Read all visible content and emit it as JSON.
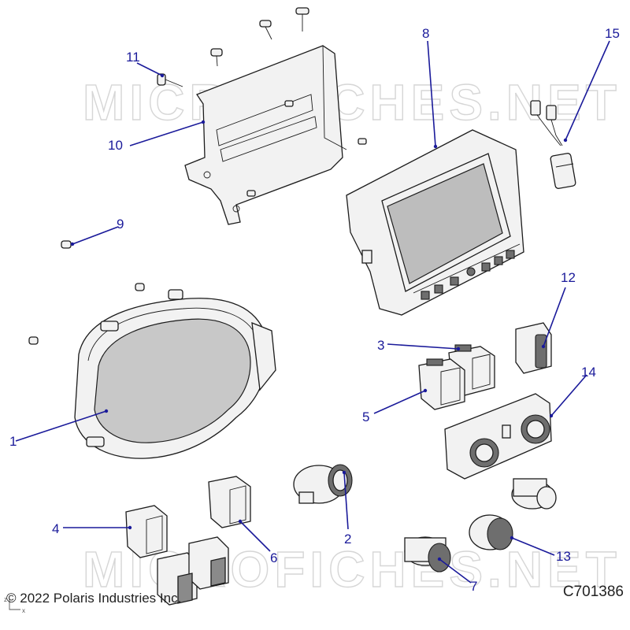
{
  "watermark_text": "MICROFICHES.NET",
  "copyright": "© 2022 Polaris Industries Inc.",
  "diagram_code": "C701386",
  "axis_glyph": {
    "z": "z",
    "x": "x"
  },
  "callouts": [
    {
      "id": "1",
      "label": "1"
    },
    {
      "id": "2",
      "label": "2"
    },
    {
      "id": "3",
      "label": "3"
    },
    {
      "id": "4",
      "label": "4"
    },
    {
      "id": "5",
      "label": "5"
    },
    {
      "id": "6",
      "label": "6"
    },
    {
      "id": "7",
      "label": "7"
    },
    {
      "id": "8",
      "label": "8"
    },
    {
      "id": "9",
      "label": "9"
    },
    {
      "id": "10",
      "label": "10"
    },
    {
      "id": "11",
      "label": "11"
    },
    {
      "id": "12",
      "label": "12"
    },
    {
      "id": "13",
      "label": "13"
    },
    {
      "id": "14",
      "label": "14"
    },
    {
      "id": "15",
      "label": "15"
    }
  ],
  "colors": {
    "callout": "#1a1a9a",
    "outline": "#1c1c1c",
    "watermark": "#d6d6d6"
  }
}
